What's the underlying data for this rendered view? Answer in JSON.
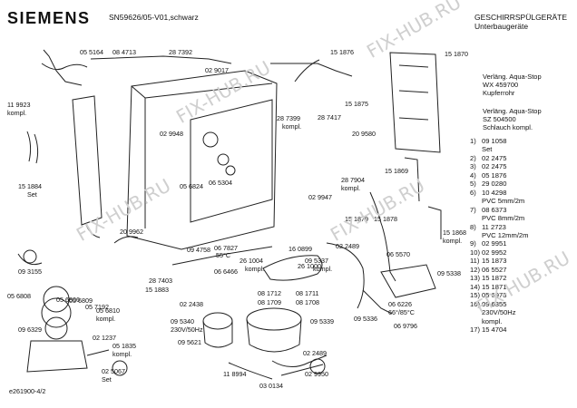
{
  "header": {
    "brand": "SIEMENS",
    "model": "SN59626/05-V01,schwarz",
    "category": "GESCHIRRSPÜLGERÄTE",
    "subcategory": "Unterbaugeräte"
  },
  "notes": [
    {
      "line1": "Verläng. Aqua-Stop",
      "line2": "WX 459700",
      "line3": "Kupferrohr"
    },
    {
      "line1": "Verläng. Aqua-Stop",
      "line2": "SZ 504500",
      "line3": "Schlauch kompl."
    }
  ],
  "legend": [
    {
      "n": "1)",
      "t": "09 1058"
    },
    {
      "n": "",
      "t": "Set"
    },
    {
      "n": "2)",
      "t": "02 2475"
    },
    {
      "n": "3)",
      "t": "02 2475"
    },
    {
      "n": "4)",
      "t": "05 1876"
    },
    {
      "n": "5)",
      "t": "29 0280"
    },
    {
      "n": "6)",
      "t": "10 4298"
    },
    {
      "n": "",
      "t": "PVC 5mm/2m"
    },
    {
      "n": "7)",
      "t": "08 6373"
    },
    {
      "n": "",
      "t": "PVC 8mm/2m"
    },
    {
      "n": "8)",
      "t": "11 2723"
    },
    {
      "n": "",
      "t": "PVC 12mm/2m"
    },
    {
      "n": "9)",
      "t": "02 9951"
    },
    {
      "n": "10)",
      "t": "02 9952"
    },
    {
      "n": "11)",
      "t": "15 1873"
    },
    {
      "n": "12)",
      "t": "06 5527"
    },
    {
      "n": "13)",
      "t": "15 1872"
    },
    {
      "n": "14)",
      "t": "15 1871"
    },
    {
      "n": "15)",
      "t": "05 6973"
    },
    {
      "n": "16)",
      "t": "09 6355"
    },
    {
      "n": "",
      "t": "230V/50Hz"
    },
    {
      "n": "",
      "t": "kompl."
    },
    {
      "n": "17)",
      "t": "15 4704"
    }
  ],
  "parts": [
    "05 5164",
    "08 4713",
    "28 7392",
    "02 9017",
    "15 1876",
    "15 1870",
    "11 9923",
    "kompl.",
    "15 1884",
    "Set",
    "02 9948",
    "06 5304",
    "05 6824",
    "28 7399",
    "kompl.",
    "28 7417",
    "15 1875",
    "20 9580",
    "15 1869",
    "28 7904",
    "kompl.",
    "02 9947",
    "15 1879",
    "15 1878",
    "15 1868",
    "kompl.",
    "09 3155",
    "20 9962",
    "09 4758",
    "06 7827",
    "55°C",
    "16 0899",
    "26 1004",
    "kompl.",
    "26 1000",
    "09 5337",
    "kompl.",
    "02 2489",
    "06 5570",
    "28 7403",
    "06 6466",
    "15 1883",
    "09 5338",
    "05 6808",
    "05 6806",
    "05 6809",
    "05 7192",
    "05 6810",
    "kompl.",
    "09 6329",
    "02 1237",
    "08 1712",
    "08 1711",
    "08 1709",
    "08 1708",
    "02 2438",
    "06 6226",
    "66°/85°C",
    "06 9796",
    "09 5340",
    "230V/50Hz",
    "09 5621",
    "09 5339",
    "09 5336",
    "05 1835",
    "kompl.",
    "02 5067",
    "Set",
    "11 8994",
    "03 0134",
    "02 2489",
    "02 9950",
    "e261900-4/2"
  ],
  "watermark": "FIX-HUB.RU"
}
